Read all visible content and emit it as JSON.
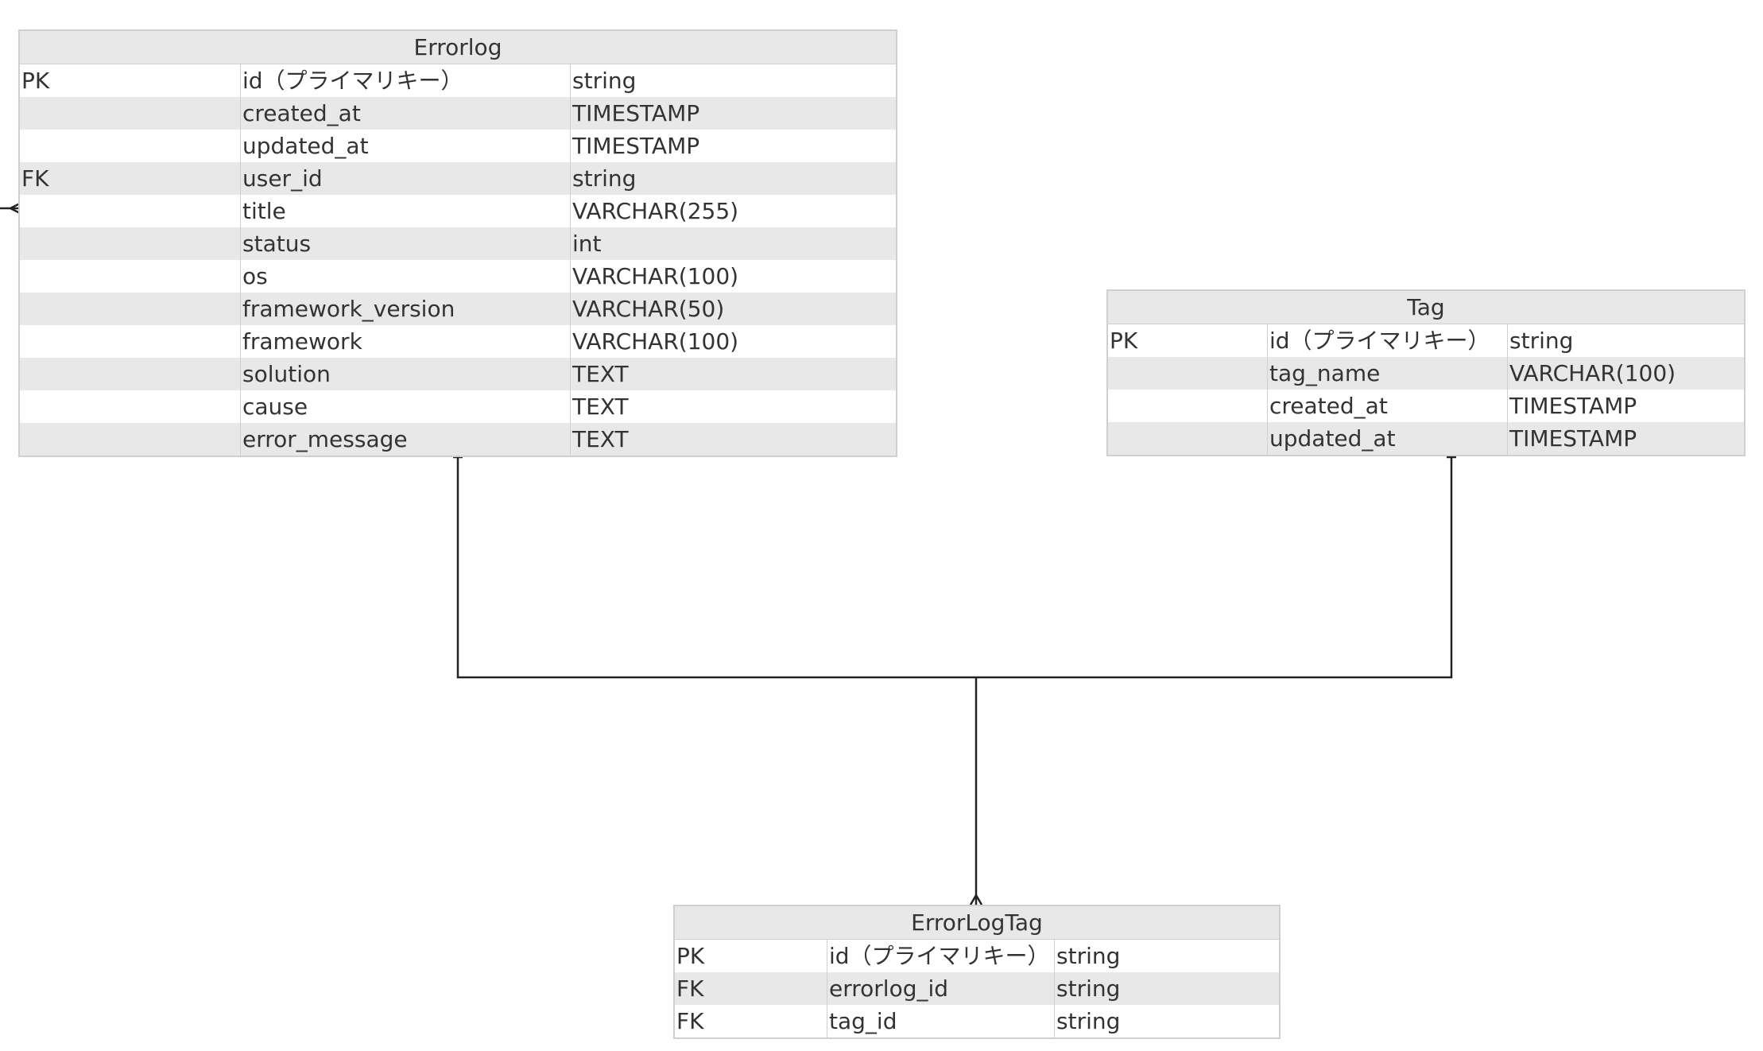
{
  "entities": {
    "errorlog": {
      "title": "Errorlog",
      "rows": [
        {
          "key": "PK",
          "name": "id（プライマリキー）",
          "type": "string"
        },
        {
          "key": "",
          "name": "created_at",
          "type": "TIMESTAMP"
        },
        {
          "key": "",
          "name": "updated_at",
          "type": "TIMESTAMP"
        },
        {
          "key": "FK",
          "name": "user_id",
          "type": "string"
        },
        {
          "key": "",
          "name": "title",
          "type": "VARCHAR(255)"
        },
        {
          "key": "",
          "name": "status",
          "type": "int"
        },
        {
          "key": "",
          "name": "os",
          "type": "VARCHAR(100)"
        },
        {
          "key": "",
          "name": "framework_version",
          "type": "VARCHAR(50)"
        },
        {
          "key": "",
          "name": "framework",
          "type": "VARCHAR(100)"
        },
        {
          "key": "",
          "name": "solution",
          "type": "TEXT"
        },
        {
          "key": "",
          "name": "cause",
          "type": "TEXT"
        },
        {
          "key": "",
          "name": "error_message",
          "type": "TEXT"
        }
      ]
    },
    "tag": {
      "title": "Tag",
      "rows": [
        {
          "key": "PK",
          "name": "id（プライマリキー）",
          "type": "string"
        },
        {
          "key": "",
          "name": "tag_name",
          "type": "VARCHAR(100)"
        },
        {
          "key": "",
          "name": "created_at",
          "type": "TIMESTAMP"
        },
        {
          "key": "",
          "name": "updated_at",
          "type": "TIMESTAMP"
        }
      ]
    },
    "errorlogtag": {
      "title": "ErrorLogTag",
      "rows": [
        {
          "key": "PK",
          "name": "id（プライマリキー）",
          "type": "string"
        },
        {
          "key": "FK",
          "name": "errorlog_id",
          "type": "string"
        },
        {
          "key": "FK",
          "name": "tag_id",
          "type": "string"
        }
      ]
    }
  },
  "relationships": [
    {
      "from": "Errorlog",
      "from_end": "one",
      "to": "ErrorLogTag",
      "to_end": "many"
    },
    {
      "from": "Tag",
      "from_end": "one",
      "to": "ErrorLogTag",
      "to_end": "many"
    },
    {
      "from": "Errorlog",
      "from_end": "many",
      "to": "offscreen-left"
    }
  ],
  "colors": {
    "header_bg": "#e8e8e8",
    "row_shade": "#e8e8e8",
    "border": "#cfcfcf",
    "text": "#333333",
    "connector": "#222222"
  }
}
